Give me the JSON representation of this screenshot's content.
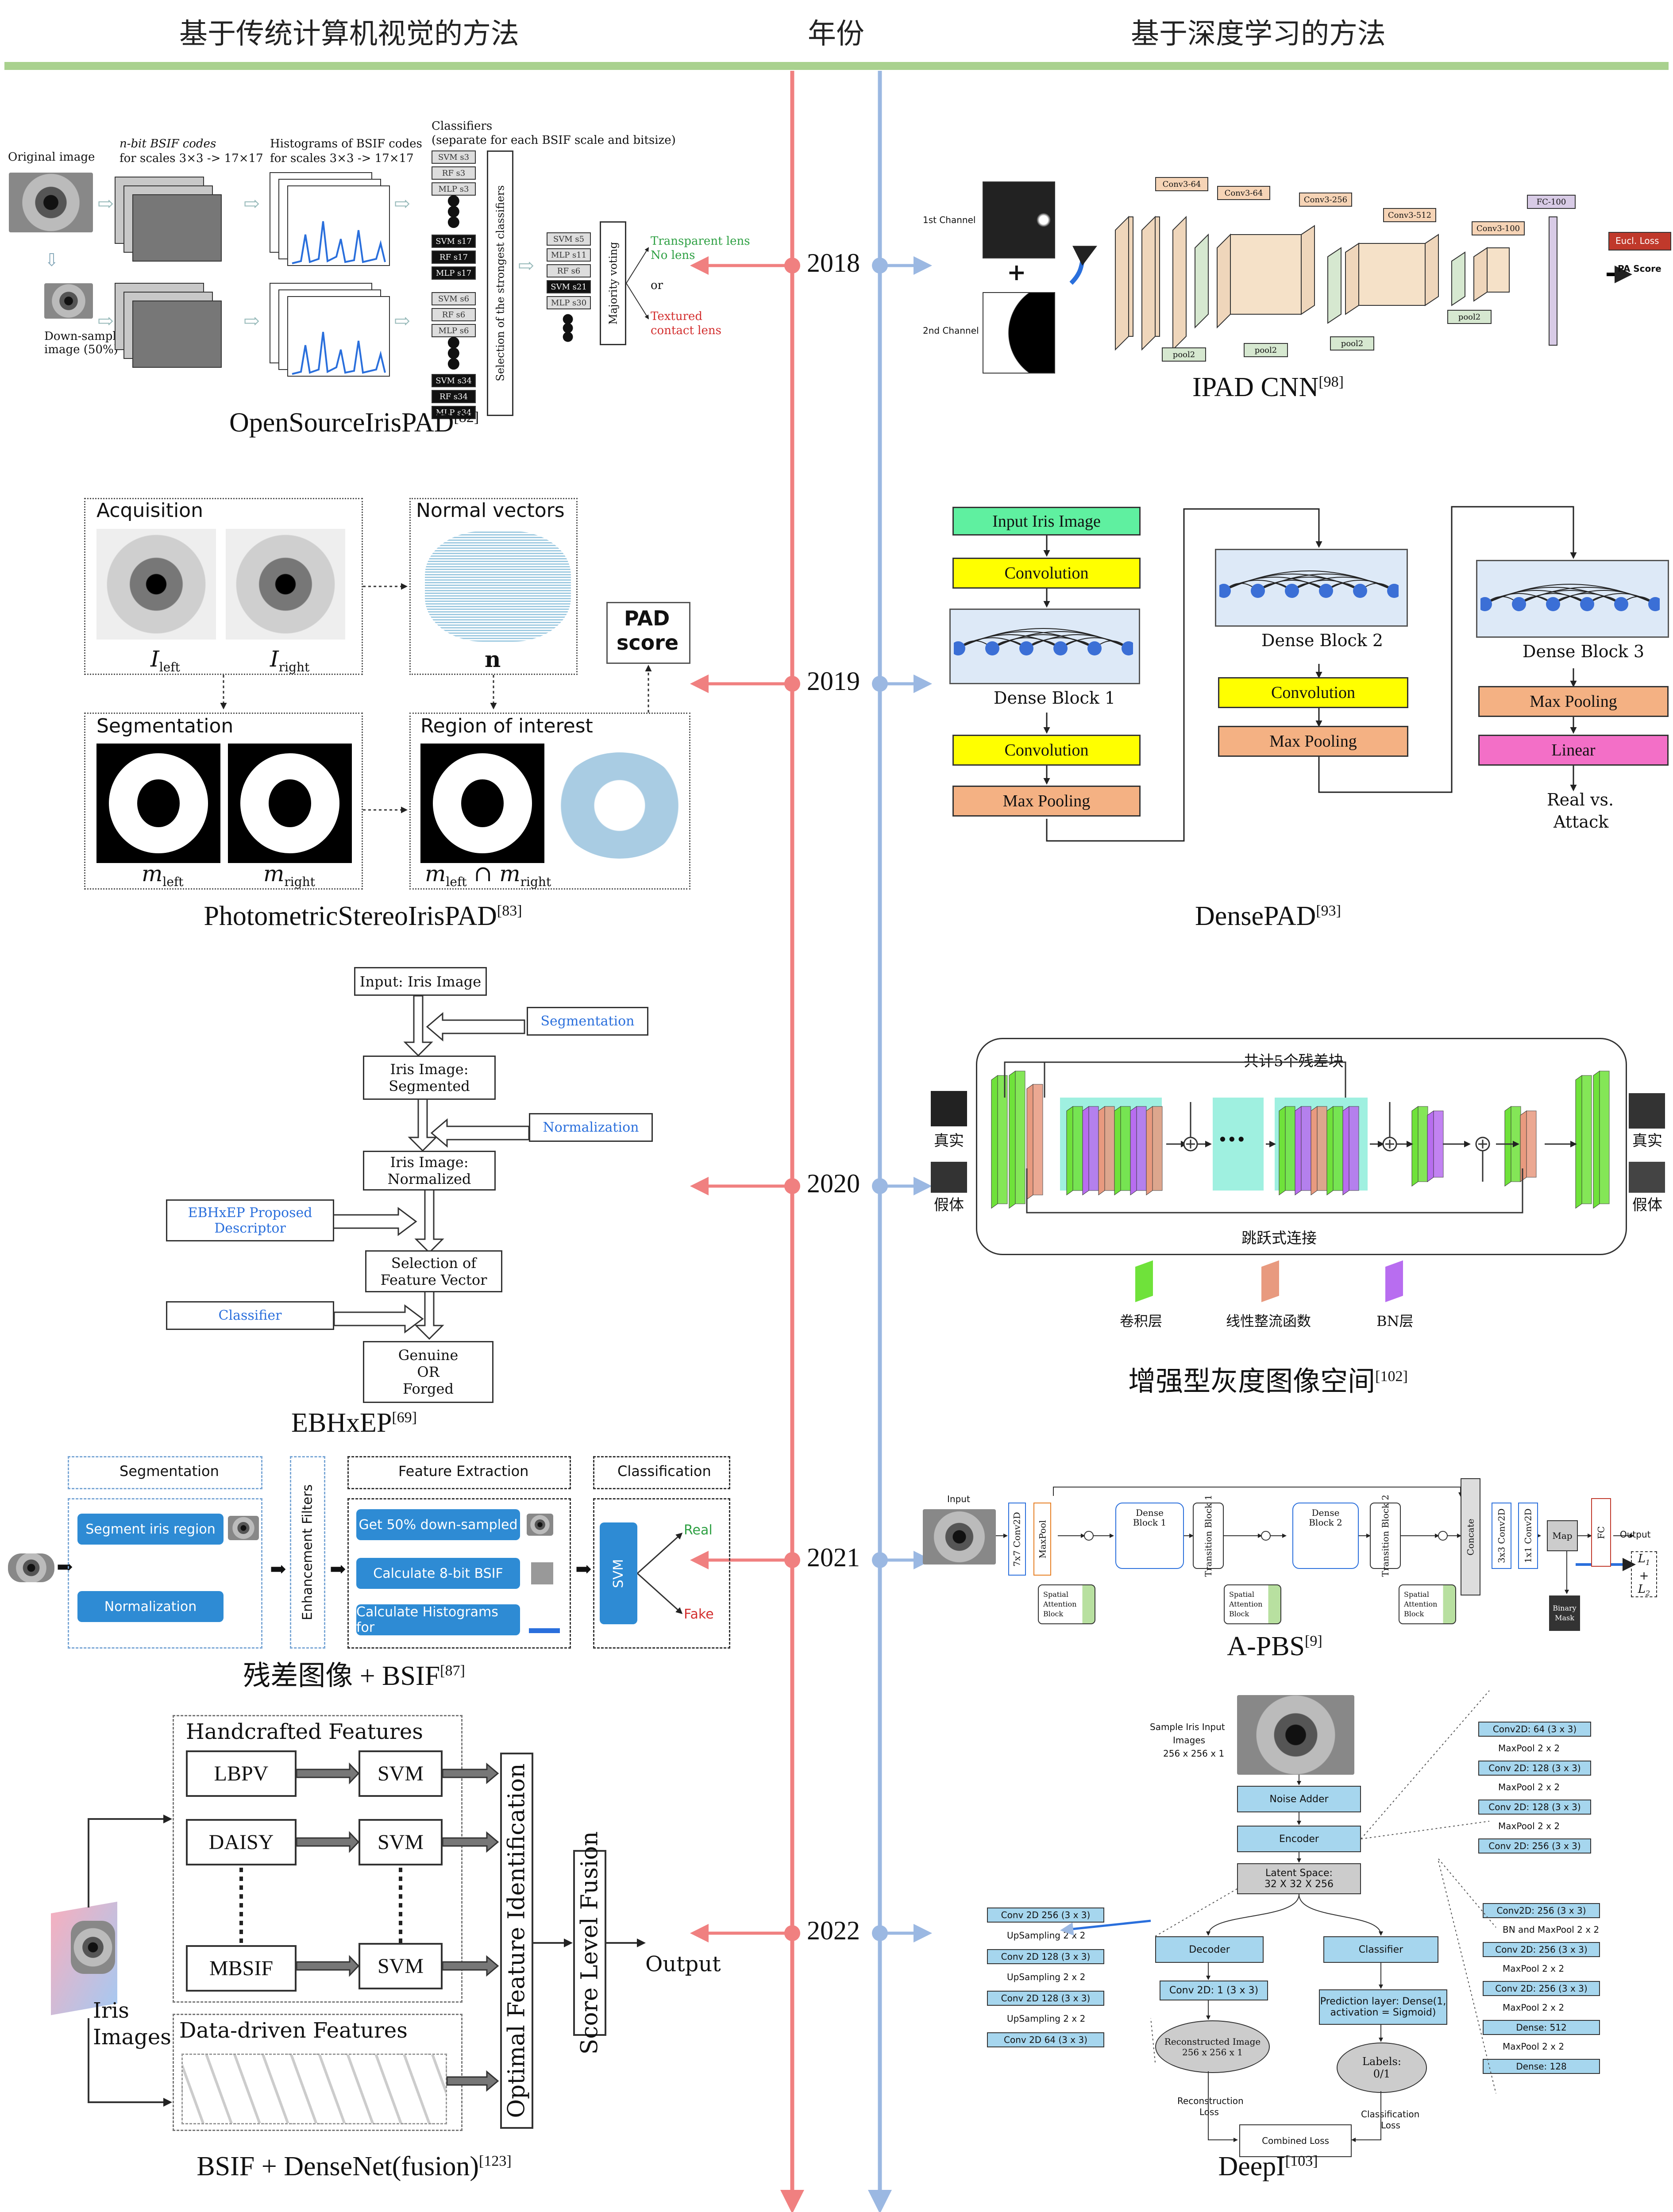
{
  "header": {
    "left": "基于传统计算机视觉的方法",
    "middle": "年份",
    "right": "基于深度学习的方法"
  },
  "years": [
    "2018",
    "2019",
    "2020",
    "2021",
    "2022"
  ],
  "left_captions": [
    {
      "text": "OpenSourceIrisPAD",
      "ref": "[82]"
    },
    {
      "text": "PhotometricStereoIrisPAD",
      "ref": "[83]"
    },
    {
      "text": "EBHxEP",
      "ref": "[69]"
    },
    {
      "text": "残差图像 + BSIF",
      "ref": "[87]"
    },
    {
      "text": "BSIF + DenseNet(fusion)",
      "ref": "[123]"
    }
  ],
  "right_captions": [
    {
      "text": "IPAD CNN",
      "ref": "[98]"
    },
    {
      "text": "DensePAD",
      "ref": "[93]"
    },
    {
      "text": "增强型灰度图像空间",
      "ref": "[102]"
    },
    {
      "text": "A-PBS",
      "ref": "[9]"
    },
    {
      "text": "DeepI",
      "ref": "[103]"
    }
  ],
  "osip": {
    "original": "Original image",
    "nbit": "n-bit BSIF codes",
    "nbit2": "for scales 3×3 -> 17×17",
    "hist": "Histograms of BSIF codes",
    "hist2": "for scales 3×3 -> 17×17",
    "classifiers": "Classifiers",
    "classifiers2": "(separate for each BSIF scale and bitsize)",
    "down": "Down-sampled",
    "down2": "image (50%)",
    "top_classifiers": [
      "SVM s3",
      "RF s3",
      "MLP s3"
    ],
    "mid_classifiers": [
      "SVM s17",
      "RF s17",
      "MLP s17"
    ],
    "low_classifiers": [
      "SVM s6",
      "RF s6",
      "MLP s6"
    ],
    "bot_classifiers": [
      "SVM s34",
      "RF s34",
      "MLP s34"
    ],
    "selected": [
      "SVM s5",
      "MLP s11",
      "RF s6",
      "SVM s21",
      "MLP s30"
    ],
    "selection": "Selection of the strongest classifiers",
    "voting": "Majority voting",
    "out1a": "Transparent lens",
    "out1b": "No lens",
    "or": "or",
    "out2a": "Textured",
    "out2b": "contact lens"
  },
  "ipad": {
    "ch1": "1st Channel",
    "ch2": "2nd Channel",
    "plus": "+",
    "convs": [
      "Conv3-64",
      "Conv3-64",
      "Conv3-256",
      "Conv3-512",
      "Conv3-100"
    ],
    "pools": [
      "pool2",
      "pool2",
      "pool2",
      "pool2"
    ],
    "fc": "FC-100",
    "loss": "Eucl. Loss",
    "score": "PA Score"
  },
  "psip": {
    "acq": "Acquisition",
    "ileft": "I",
    "ileft_sub": "left",
    "iright": "I",
    "iright_sub": "right",
    "normal": "Normal vectors",
    "n": "n",
    "pad1": "PAD",
    "pad2": "score",
    "seg": "Segmentation",
    "mleft": "m",
    "mleft_sub": "left",
    "mright": "m",
    "mright_sub": "right",
    "roi": "Region of interest",
    "inter": "m",
    "inter_mid": "left",
    "inter_op": " ∩ m",
    "inter_sub": "right"
  },
  "densepad": {
    "input": "Input Iris Image",
    "conv1": "Convolution",
    "db1": "Dense Block 1",
    "conv2": "Convolution",
    "mp1": "Max Pooling",
    "db2": "Dense Block 2",
    "conv3": "Convolution",
    "mp2": "Max Pooling",
    "db3": "Dense Block 3",
    "mp3": "Max Pooling",
    "linear": "Linear",
    "out1": "Real vs.",
    "out2": "Attack"
  },
  "ebhxep": {
    "input": "Input: Iris Image",
    "seg": "Segmentation",
    "segmented1": "Iris Image:",
    "segmented2": "Segmented",
    "norm": "Normalization",
    "normalized1": "Iris Image:",
    "normalized2": "Normalized",
    "desc1": "EBHxEP Proposed",
    "desc2": "Descriptor",
    "sel1": "Selection of",
    "sel2": "Feature Vector",
    "classifier": "Classifier",
    "out1": "Genuine",
    "out2": "OR",
    "out3": "Forged"
  },
  "egis": {
    "top": "共计5个残差块",
    "real": "真实",
    "fake": "假体",
    "skip": "跳跃式连接",
    "dots": "···",
    "legend": [
      "卷积层",
      "线性整流函数",
      "BN层"
    ]
  },
  "residual": {
    "seg": "Segmentation",
    "enh": "Enhancement Filters",
    "feat": "Feature Extraction",
    "cls": "Classification",
    "b1": "Segment iris region",
    "b2": "Normalization",
    "b3": "Get 50% down-sampled",
    "b4": "Calculate 8-bit BSIF",
    "b5": "Calculate Histograms for",
    "svm": "SVM",
    "real": "Real",
    "fake": "Fake"
  },
  "apbs": {
    "input": "Input",
    "conv1": "7x7 Conv2D",
    "maxpool": "MaxPool",
    "db1a": "Dense",
    "db1b": "Block 1",
    "tb1": "Transition Block 1",
    "db2a": "Dense",
    "db2b": "Block 2",
    "tb2": "Transition Block 2",
    "concat": "Concate",
    "c3": "3x3 Conv2D",
    "c1": "1x1 Conv2D",
    "map": "Map",
    "fc": "FC",
    "output": "Output",
    "sab": [
      "Spatial",
      "Attention",
      "Block"
    ],
    "binary": "Binary",
    "mask": "Mask",
    "l1": "L",
    "l2": "L",
    "l1sub": "1",
    "l2sub": "2"
  },
  "fusion": {
    "hand": "Handcrafted Features",
    "lbpv": "LBPV",
    "daisy": "DAISY",
    "mbsif": "MBSIF",
    "svm": "SVM",
    "data": "Data-driven Features",
    "optimal": "Optimal Feature Identification",
    "score": "Score Level Fusion",
    "output": "Output",
    "iris1": "Iris",
    "iris2": "Images"
  },
  "deepi": {
    "sample1": "Sample Iris Input",
    "sample2": "Images",
    "sample3": "256 x 256 x 1",
    "noise": "Noise Adder",
    "encoder": "Encoder",
    "latent1": "Latent Space:",
    "latent2": "32 X 32 X 256",
    "decoder": "Decoder",
    "classifier": "Classifier",
    "conv1": "Conv 2D: 1 (3 x 3)",
    "pred1": "Prediction layer:  Dense(1,",
    "pred2": "activation = Sigmoid)",
    "recon1": "Reconstructed Image",
    "recon2": "256 x 256 x 1",
    "labels1": "Labels:",
    "labels2": "0/1",
    "rloss1": "Reconstruction",
    "rloss2": "Loss",
    "closs1": "Classification",
    "closs2": "Loss",
    "combined": "Combined Loss",
    "enc_layers": [
      "Conv2D: 64 (3 x 3)",
      "MaxPool 2 x 2",
      "Conv 2D: 128 (3 x 3)",
      "MaxPool  2 x  2",
      "Conv 2D: 128 (3 x 3)",
      "MaxPool  2 x  2",
      "Conv 2D: 256 (3 x 3)"
    ],
    "dec_layers": [
      "Conv 2D 256 (3 x 3)",
      "UpSampling  2 x  2",
      "Conv 2D 128 (3 x 3)",
      "UpSampling 2 x 2",
      "Conv 2D 128 (3 x 3)",
      "UpSampling 2 x 2",
      "Conv 2D 64 (3 x 3)"
    ],
    "cls_layers": [
      "Conv2D: 256 (3 x 3)",
      "BN and MaxPool 2 x 2",
      "Conv 2D: 256 (3 x 3)",
      "MaxPool 2 x 2",
      "Conv 2D: 256 (3 x 3)",
      "MaxPool 2 x 2",
      "Dense: 512",
      "MaxPool 2 x 2",
      "Dense: 128"
    ]
  }
}
